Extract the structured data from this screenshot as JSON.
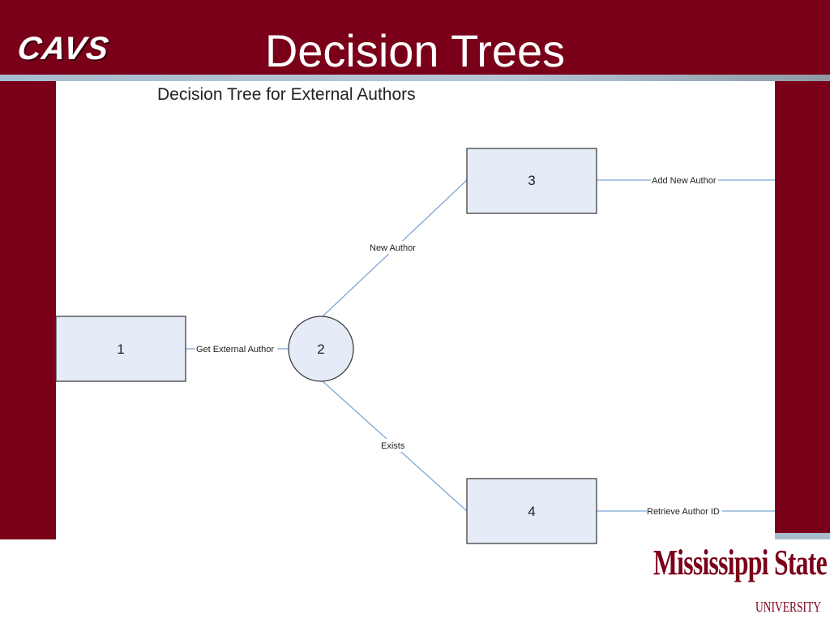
{
  "header": {
    "logo_text": "CAVS",
    "title": "Decision Trees"
  },
  "diagram": {
    "title": "Decision Tree for External Authors",
    "nodes": [
      {
        "id": "1",
        "label": "1",
        "shape": "rect"
      },
      {
        "id": "2",
        "label": "2",
        "shape": "circle"
      },
      {
        "id": "3",
        "label": "3",
        "shape": "rect"
      },
      {
        "id": "4",
        "label": "4",
        "shape": "rect"
      }
    ],
    "edges": [
      {
        "from": "1",
        "to": "2",
        "label": "Get External Author"
      },
      {
        "from": "2",
        "to": "3",
        "label": "New Author"
      },
      {
        "from": "2",
        "to": "4",
        "label": "Exists"
      },
      {
        "from": "3",
        "to": "",
        "label": "Add New Author"
      },
      {
        "from": "4",
        "to": "",
        "label": "Retrieve Author ID"
      }
    ]
  },
  "footer": {
    "logo_line1": "Mississippi State",
    "logo_line2": "UNIVERSITY"
  },
  "colors": {
    "maroon": "#7a0019",
    "node_fill": "#e5ecf7",
    "edge_line": "#7fa6d6"
  }
}
